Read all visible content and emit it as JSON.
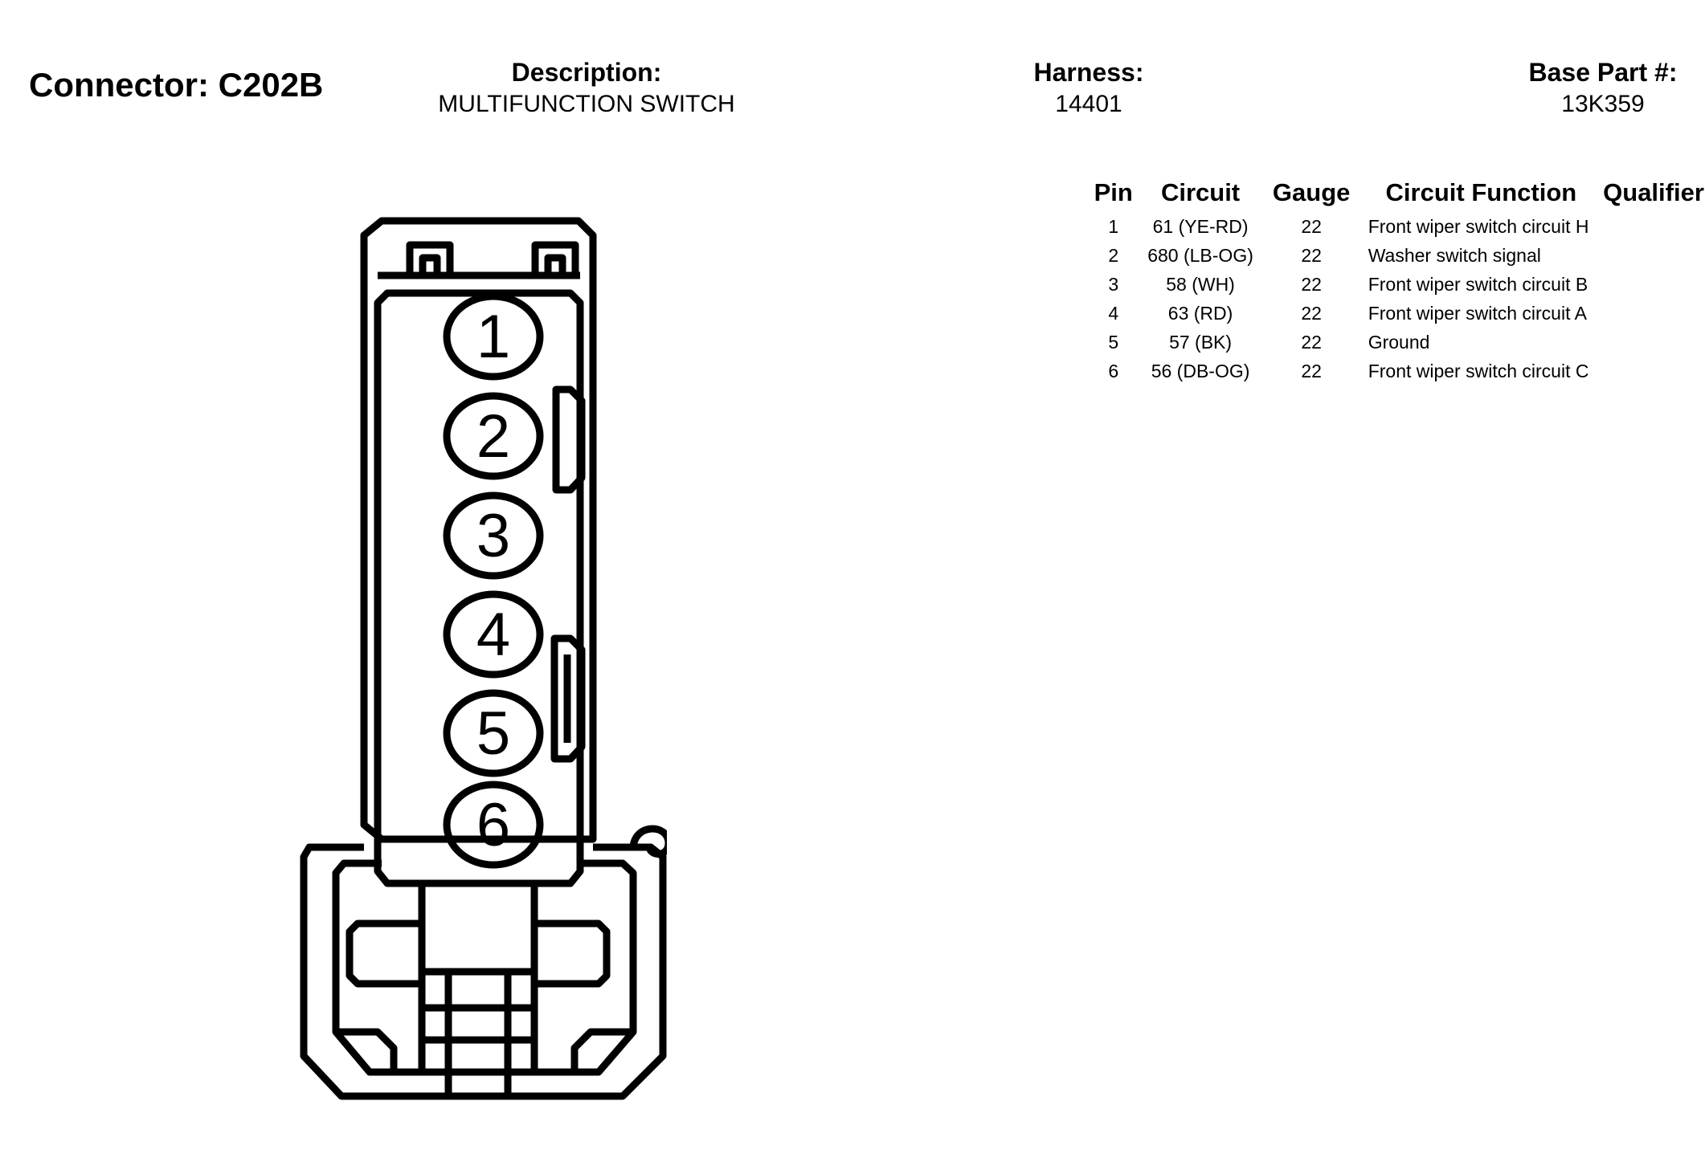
{
  "connector": {
    "title": "Connector: C202B"
  },
  "header": {
    "description_label": "Description:",
    "description_value": "MULTIFUNCTION SWITCH",
    "harness_label": "Harness:",
    "harness_value": "14401",
    "base_part_label": "Base Part #:",
    "base_part_value": "13K359"
  },
  "table": {
    "columns": [
      "Pin",
      "Circuit",
      "Gauge",
      "Circuit Function",
      "Qualifier"
    ],
    "rows": [
      {
        "pin": "1",
        "circuit": "61 (YE-RD)",
        "gauge": "22",
        "function": "Front wiper switch circuit H",
        "qualifier": ""
      },
      {
        "pin": "2",
        "circuit": "680 (LB-OG)",
        "gauge": "22",
        "function": "Washer switch signal",
        "qualifier": ""
      },
      {
        "pin": "3",
        "circuit": "58 (WH)",
        "gauge": "22",
        "function": "Front wiper switch circuit B",
        "qualifier": ""
      },
      {
        "pin": "4",
        "circuit": "63 (RD)",
        "gauge": "22",
        "function": "Front wiper switch circuit A",
        "qualifier": ""
      },
      {
        "pin": "5",
        "circuit": "57 (BK)",
        "gauge": "22",
        "function": "Ground",
        "qualifier": ""
      },
      {
        "pin": "6",
        "circuit": "56 (DB-OG)",
        "gauge": "22",
        "function": "Front wiper switch circuit C",
        "qualifier": ""
      }
    ]
  },
  "drawing": {
    "pin_labels": [
      "1",
      "2",
      "3",
      "4",
      "5",
      "6"
    ]
  }
}
